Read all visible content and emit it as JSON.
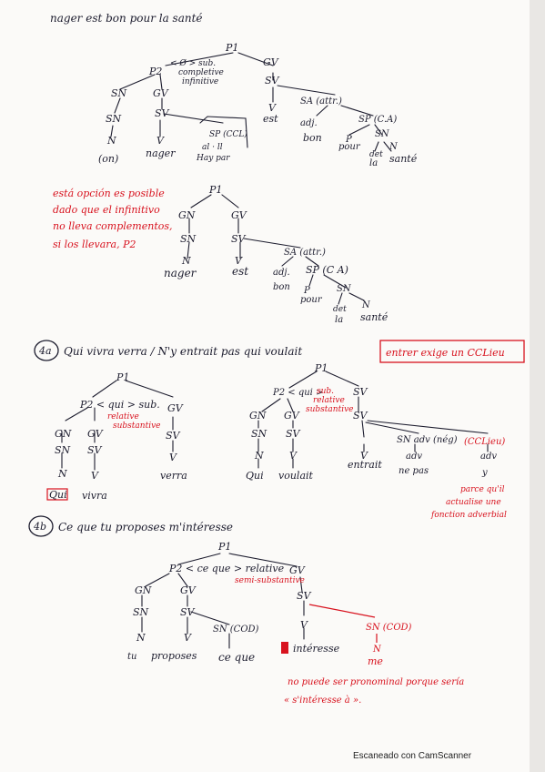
{
  "t1": {
    "heading": "nager est bon pour la santé",
    "root": "P1",
    "p2": "P2",
    "p2_note1": "< Ø > sub.",
    "p2_note2": "completive",
    "p2_note3": "infinitive",
    "gv": "GV",
    "sv": "SV",
    "sn": "SN",
    "sn2": "SN",
    "gv2": "GV",
    "sv2": "SV",
    "n": "N",
    "v": "V",
    "on": "(on)",
    "nager": "nager",
    "sp_cc": "SP (CCL)",
    "sp_cc_words": "al · ll",
    "sp_cc_words2": "Hay par",
    "v3": "V",
    "est": "est",
    "sa": "SA (attr.)",
    "adj": "adj.",
    "bon": "bon",
    "sp": "SP (C.A)",
    "p": "P",
    "pour": "pour",
    "sn3": "SN",
    "det": "det",
    "n3": "N",
    "la": "la",
    "sante": "santé"
  },
  "t2": {
    "red_note": [
      "está opción es posible",
      "dado que el infinitivo",
      "no lleva complementos,",
      "si los llevara, P2"
    ],
    "root": "P1",
    "gn": "GN",
    "gv": "GV",
    "sn": "SN",
    "sv": "SV",
    "n": "N",
    "v": "V",
    "nager": "nager",
    "est": "est",
    "sa": "SA (attr.)",
    "adj": "adj.",
    "bon": "bon",
    "sp": "SP (C A)",
    "p": "P",
    "pour": "pour",
    "sn2": "SN",
    "det": "det",
    "n2": "N",
    "la": "la",
    "sante": "santé"
  },
  "q4a": {
    "label": "4a",
    "heading": "Qui vivra verra / N'y entrait pas qui voulait",
    "box": "entrer exige un CCLieu",
    "l": {
      "root": "P1",
      "p2": "P2 < qui > sub.",
      "rel": "relative",
      "sub": "substantive",
      "gv": "GV",
      "gn": "GN",
      "gv2": "GV",
      "sn": "SN",
      "sv": "SV",
      "sv3": "SV",
      "n": "N",
      "v": "V",
      "v3": "V",
      "qui": "Qui",
      "vivra": "vivra",
      "verra": "verra"
    },
    "r": {
      "root": "P1",
      "p2": "P2 < qui >",
      "subr": "sub.",
      "rel": "relative",
      "subst": "substantive",
      "sv": "SV",
      "gn": "GN",
      "gv": "GV",
      "sn": "SN",
      "svb": "SV",
      "n": "N",
      "v": "V",
      "qui": "Qui",
      "voulait": "voulait",
      "sv2": "SV",
      "v2": "V",
      "entrait": "entrait",
      "snadv": "SN adv (nég)",
      "adv": "adv",
      "nepas": "ne pas",
      "cclieu": "(CCLieu)",
      "adv2": "adv",
      "y": "y",
      "red_note": [
        "parce qu'il",
        "actualise une",
        "fonction adverbial"
      ]
    }
  },
  "q4b": {
    "label": "4b",
    "heading": "Ce que tu proposes m'intéresse",
    "root": "P1",
    "p2": "P2 < ce que > relative",
    "semi": "semi-substantive",
    "gv": "GV",
    "gn": "GN",
    "gv2": "GV",
    "sn": "SN",
    "sv": "SV",
    "n": "N",
    "v": "V",
    "sv3": "SV",
    "v3": "V",
    "tu": "tu",
    "proposes": "proposes",
    "sncod": "SN (COD)",
    "cequel": "ce que",
    "interesse": "intéresse",
    "sncod2": "SN (COD)",
    "n2": "N",
    "me": "me",
    "red_note": [
      "no puede ser pronominal porque sería",
      "« s'intéresse à »."
    ]
  },
  "footer": "Escaneado con CamScanner",
  "colors": {
    "ink": "#1c1c2e",
    "red": "#d8121e",
    "paper": "#fbfaf8",
    "background": "#e9e7e4"
  }
}
